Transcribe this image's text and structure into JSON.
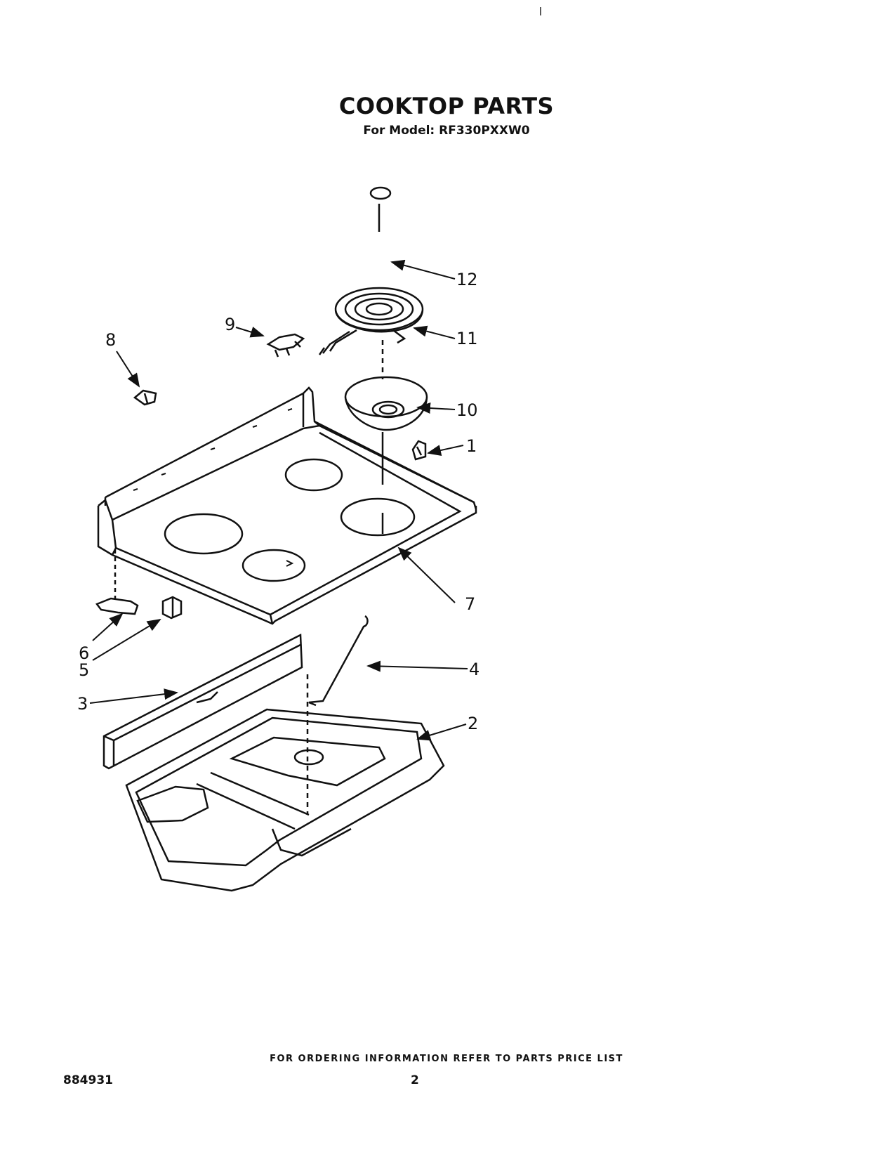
{
  "header": {
    "title": "COOKTOP PARTS",
    "subtitle": "For Model: RF330PXXW0"
  },
  "diagram": {
    "callouts": [
      "1",
      "2",
      "3",
      "4",
      "5",
      "6",
      "7",
      "8",
      "9",
      "10",
      "11",
      "12"
    ]
  },
  "footer": {
    "ordering_note": "FOR ORDERING INFORMATION REFER TO PARTS PRICE LIST",
    "doc_number": "884931",
    "page_number": "2"
  }
}
